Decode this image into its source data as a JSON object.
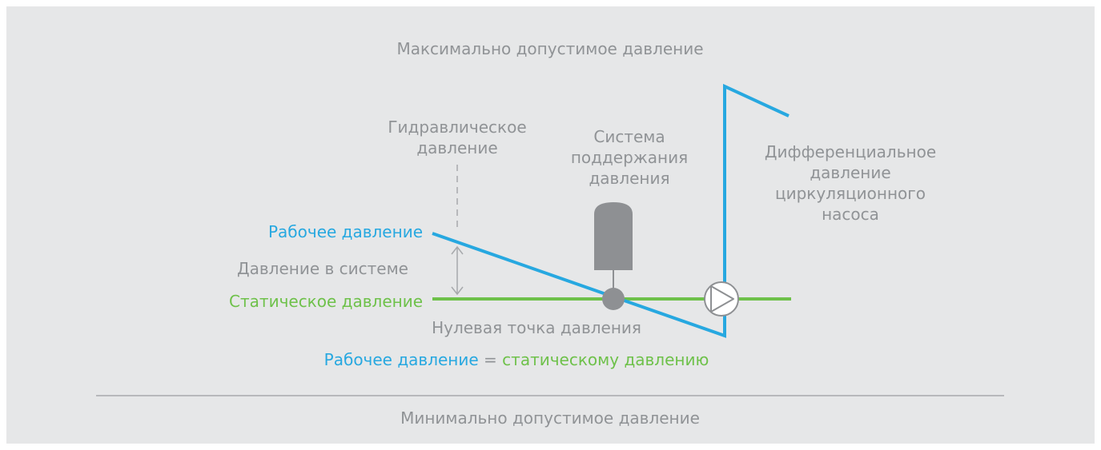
{
  "labels": {
    "max_pressure": "Максимально допустимое давление",
    "hydraulic_pressure": [
      "Гидравлическое",
      "давление"
    ],
    "maintenance_system": [
      "Система",
      "поддержания",
      "давления"
    ],
    "differential_pressure": [
      "Дифференциальное",
      "давление",
      "циркуляционного",
      "насоса"
    ],
    "working_pressure": "Рабочее давление",
    "system_pressure": "Давление в системе",
    "static_pressure": "Статическое давление",
    "zero_point": "Нулевая точка давления",
    "equation": {
      "left": "Рабочее давление",
      "equals": " = ",
      "right": "статическому давлению"
    },
    "min_pressure": "Минимально допустимое давление"
  },
  "colors": {
    "background": "#e6e7e8",
    "text_gray": "#909396",
    "working_line_blue": "#27a8e0",
    "static_line_green": "#6ec14a",
    "vessel_gray": "#8e9093",
    "divider": "#a7a9ac"
  }
}
